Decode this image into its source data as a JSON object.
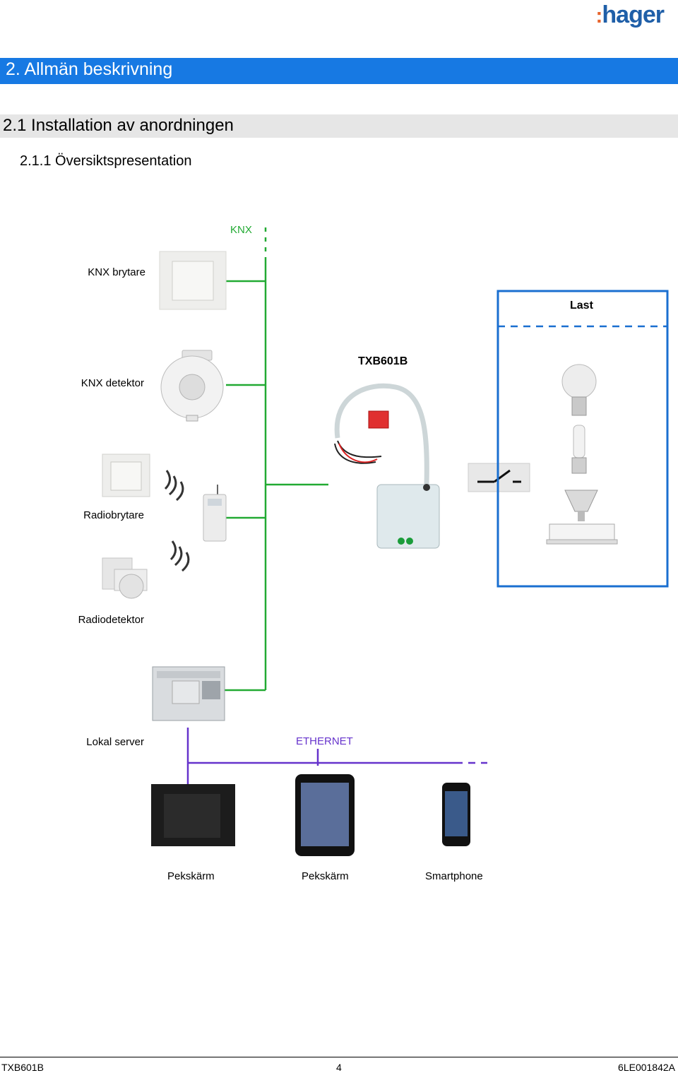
{
  "brand": {
    "logo_text": "hager",
    "logo_color": "#1f5fa8",
    "logo_accent": "#e8642c"
  },
  "headings": {
    "h1": "2. Allmän beskrivning",
    "h2": "2.1 Installation av anordningen",
    "h3": "2.1.1 Översiktspresentation"
  },
  "colors": {
    "h1_bar": "#1779e3",
    "h2_bar": "#e6e6e6",
    "knx_bus": "#22aa33",
    "load_box": "#1a6fd0",
    "ethernet": "#6633cc"
  },
  "diagram": {
    "bus_label": "KNX",
    "devices": {
      "knx_switch": "KNX brytare",
      "knx_detector": "KNX detektor",
      "radio_switch": "Radiobrytare",
      "radio_detector": "Radiodetektor",
      "local_server": "Lokal server"
    },
    "product": "TXB601B",
    "load_box_title": "Last",
    "network_label": "ETHERNET",
    "clients": [
      "Pekskärm",
      "Pekskärm",
      "Smartphone"
    ]
  },
  "footer": {
    "left": "TXB601B",
    "center": "4",
    "right": "6LE001842A"
  }
}
